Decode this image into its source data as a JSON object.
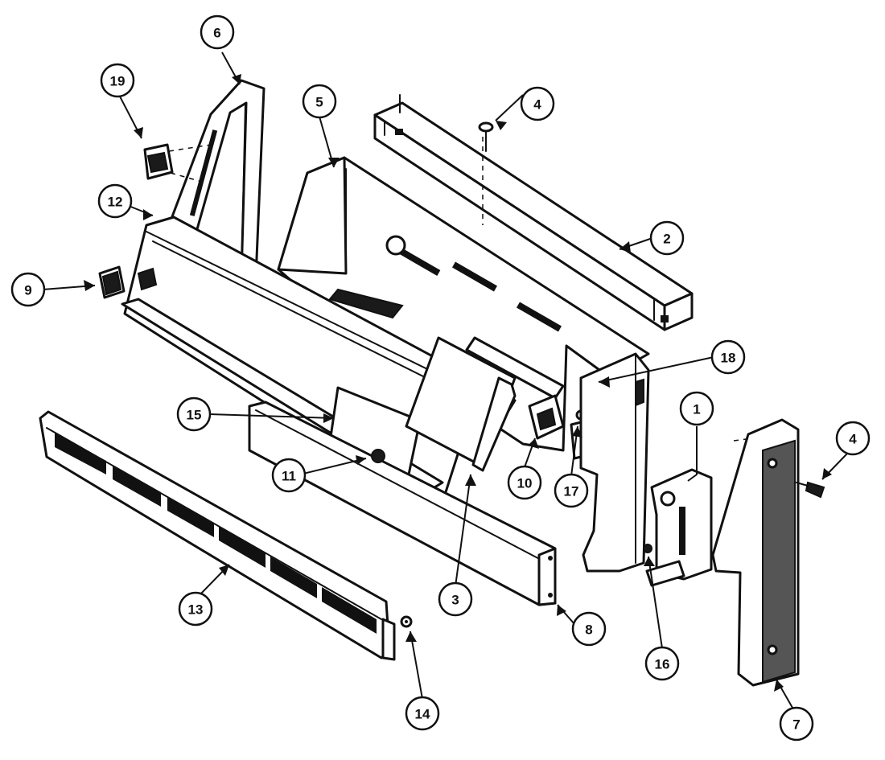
{
  "diagram": {
    "callouts": [
      {
        "id": "c1",
        "label": "1"
      },
      {
        "id": "c2",
        "label": "2"
      },
      {
        "id": "c3",
        "label": "3"
      },
      {
        "id": "c4a",
        "label": "4"
      },
      {
        "id": "c4b",
        "label": "4"
      },
      {
        "id": "c5",
        "label": "5"
      },
      {
        "id": "c6",
        "label": "6"
      },
      {
        "id": "c7",
        "label": "7"
      },
      {
        "id": "c8",
        "label": "8"
      },
      {
        "id": "c9",
        "label": "9"
      },
      {
        "id": "c10",
        "label": "10"
      },
      {
        "id": "c11",
        "label": "11"
      },
      {
        "id": "c12",
        "label": "12"
      },
      {
        "id": "c13",
        "label": "13"
      },
      {
        "id": "c14",
        "label": "14"
      },
      {
        "id": "c15",
        "label": "15"
      },
      {
        "id": "c16",
        "label": "16"
      },
      {
        "id": "c17",
        "label": "17"
      },
      {
        "id": "c18",
        "label": "18"
      },
      {
        "id": "c19",
        "label": "19"
      }
    ]
  }
}
